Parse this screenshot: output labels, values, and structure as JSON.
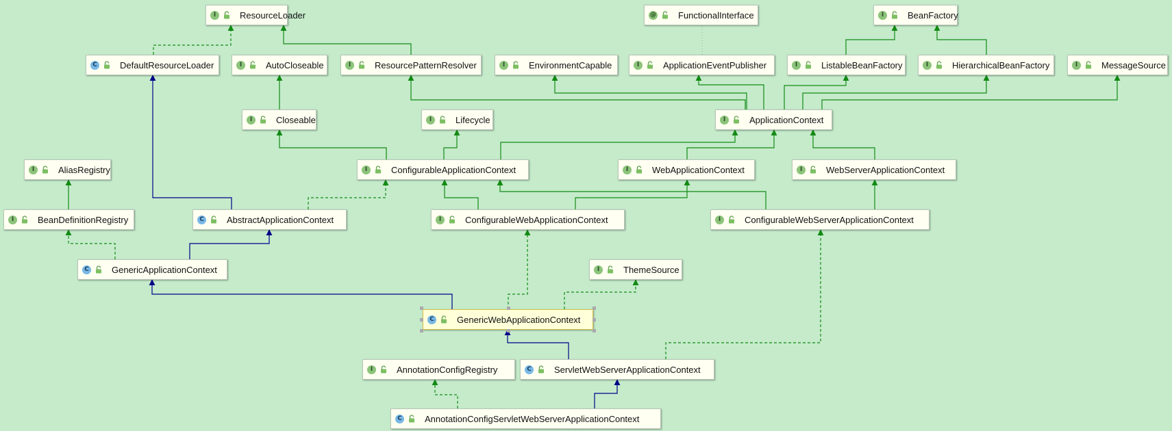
{
  "colors": {
    "background": "#c5ebcb",
    "extends_class": "#000088",
    "implements_interface": "#138a13",
    "annotation_link": "#9fb7a2"
  },
  "nodes": {
    "resource_loader": {
      "kind": "I",
      "label": "ResourceLoader"
    },
    "functional_interface": {
      "kind": "@",
      "label": "FunctionalInterface"
    },
    "bean_factory": {
      "kind": "I",
      "label": "BeanFactory"
    },
    "default_resource_loader": {
      "kind": "C",
      "label": "DefaultResourceLoader"
    },
    "auto_closeable": {
      "kind": "I",
      "label": "AutoCloseable"
    },
    "resource_pattern_resolver": {
      "kind": "I",
      "label": "ResourcePatternResolver"
    },
    "environment_capable": {
      "kind": "I",
      "label": "EnvironmentCapable"
    },
    "application_event_publisher": {
      "kind": "I",
      "label": "ApplicationEventPublisher"
    },
    "listable_bean_factory": {
      "kind": "I",
      "label": "ListableBeanFactory"
    },
    "hierarchical_bean_factory": {
      "kind": "I",
      "label": "HierarchicalBeanFactory"
    },
    "message_source": {
      "kind": "I",
      "label": "MessageSource"
    },
    "closeable": {
      "kind": "I",
      "label": "Closeable"
    },
    "lifecycle": {
      "kind": "I",
      "label": "Lifecycle"
    },
    "application_context": {
      "kind": "I",
      "label": "ApplicationContext"
    },
    "alias_registry": {
      "kind": "I",
      "label": "AliasRegistry"
    },
    "configurable_application_context": {
      "kind": "I",
      "label": "ConfigurableApplicationContext"
    },
    "web_application_context": {
      "kind": "I",
      "label": "WebApplicationContext"
    },
    "web_server_application_context": {
      "kind": "I",
      "label": "WebServerApplicationContext"
    },
    "bean_definition_registry": {
      "kind": "I",
      "label": "BeanDefinitionRegistry"
    },
    "abstract_application_context": {
      "kind": "C",
      "label": "AbstractApplicationContext"
    },
    "configurable_web_application_context": {
      "kind": "I",
      "label": "ConfigurableWebApplicationContext"
    },
    "configurable_web_server_application_context": {
      "kind": "I",
      "label": "ConfigurableWebServerApplicationContext"
    },
    "generic_application_context": {
      "kind": "C",
      "label": "GenericApplicationContext"
    },
    "theme_source": {
      "kind": "I",
      "label": "ThemeSource"
    },
    "generic_web_application_context": {
      "kind": "C",
      "label": "GenericWebApplicationContext"
    },
    "annotation_config_registry": {
      "kind": "I",
      "label": "AnnotationConfigRegistry"
    },
    "servlet_web_server_application_context": {
      "kind": "C",
      "label": "ServletWebServerApplicationContext"
    },
    "annotation_config_servlet_web_server_application_context": {
      "kind": "C",
      "label": "AnnotationConfigServletWebServerApplicationContext"
    }
  },
  "relations": [
    {
      "from": "default_resource_loader",
      "to": "resource_loader",
      "type": "implements"
    },
    {
      "from": "resource_pattern_resolver",
      "to": "resource_loader",
      "type": "extends_interface"
    },
    {
      "from": "listable_bean_factory",
      "to": "bean_factory",
      "type": "extends_interface"
    },
    {
      "from": "hierarchical_bean_factory",
      "to": "bean_factory",
      "type": "extends_interface"
    },
    {
      "from": "application_event_publisher",
      "to": "functional_interface",
      "type": "annotated"
    },
    {
      "from": "closeable",
      "to": "auto_closeable",
      "type": "extends_interface"
    },
    {
      "from": "application_context",
      "to": "resource_pattern_resolver",
      "type": "extends_interface"
    },
    {
      "from": "application_context",
      "to": "environment_capable",
      "type": "extends_interface"
    },
    {
      "from": "application_context",
      "to": "application_event_publisher",
      "type": "extends_interface"
    },
    {
      "from": "application_context",
      "to": "listable_bean_factory",
      "type": "extends_interface"
    },
    {
      "from": "application_context",
      "to": "hierarchical_bean_factory",
      "type": "extends_interface"
    },
    {
      "from": "application_context",
      "to": "message_source",
      "type": "extends_interface"
    },
    {
      "from": "configurable_application_context",
      "to": "closeable",
      "type": "extends_interface"
    },
    {
      "from": "configurable_application_context",
      "to": "lifecycle",
      "type": "extends_interface"
    },
    {
      "from": "configurable_application_context",
      "to": "application_context",
      "type": "extends_interface"
    },
    {
      "from": "web_application_context",
      "to": "application_context",
      "type": "extends_interface"
    },
    {
      "from": "web_server_application_context",
      "to": "application_context",
      "type": "extends_interface"
    },
    {
      "from": "bean_definition_registry",
      "to": "alias_registry",
      "type": "extends_interface"
    },
    {
      "from": "abstract_application_context",
      "to": "default_resource_loader",
      "type": "extends_class"
    },
    {
      "from": "abstract_application_context",
      "to": "configurable_application_context",
      "type": "implements"
    },
    {
      "from": "configurable_web_application_context",
      "to": "configurable_application_context",
      "type": "extends_interface"
    },
    {
      "from": "configurable_web_application_context",
      "to": "web_application_context",
      "type": "extends_interface"
    },
    {
      "from": "configurable_web_server_application_context",
      "to": "configurable_application_context",
      "type": "extends_interface"
    },
    {
      "from": "configurable_web_server_application_context",
      "to": "web_server_application_context",
      "type": "extends_interface"
    },
    {
      "from": "generic_application_context",
      "to": "bean_definition_registry",
      "type": "implements"
    },
    {
      "from": "generic_application_context",
      "to": "abstract_application_context",
      "type": "extends_class"
    },
    {
      "from": "generic_web_application_context",
      "to": "generic_application_context",
      "type": "extends_class"
    },
    {
      "from": "generic_web_application_context",
      "to": "configurable_web_application_context",
      "type": "implements"
    },
    {
      "from": "generic_web_application_context",
      "to": "theme_source",
      "type": "implements"
    },
    {
      "from": "servlet_web_server_application_context",
      "to": "generic_web_application_context",
      "type": "extends_class"
    },
    {
      "from": "servlet_web_server_application_context",
      "to": "configurable_web_server_application_context",
      "type": "implements"
    },
    {
      "from": "annotation_config_servlet_web_server_application_context",
      "to": "annotation_config_registry",
      "type": "implements"
    },
    {
      "from": "annotation_config_servlet_web_server_application_context",
      "to": "servlet_web_server_application_context",
      "type": "extends_class"
    }
  ],
  "selected_node": "generic_web_application_context"
}
